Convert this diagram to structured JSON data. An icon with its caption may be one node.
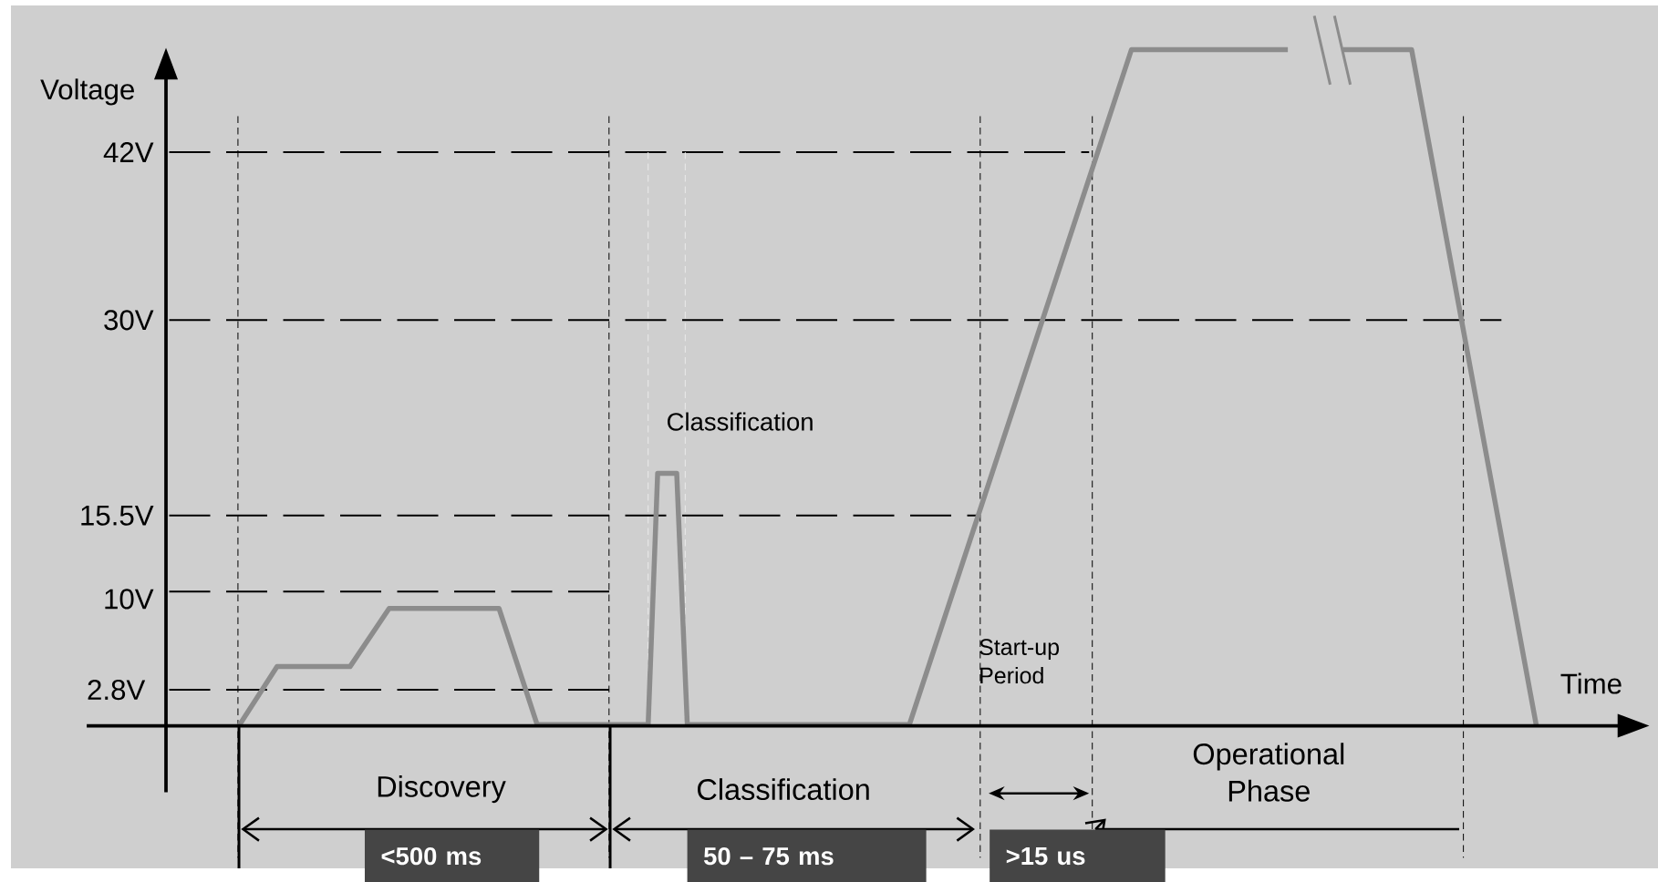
{
  "diagram": {
    "nodes": [
      {
        "text": [
          "<500 ms"
        ]
      },
      {
        "text": [
          "50 – 75 ms"
        ]
      },
      {
        "text": [
          ">15 us"
        ]
      }
    ],
    "labels": [
      "Voltage",
      "42V",
      "30V",
      "Classification",
      "15.5V",
      "10V",
      "Start-up Period",
      "2.8V",
      "Time",
      "Operational Phase",
      "Discovery",
      "Classification"
    ]
  }
}
